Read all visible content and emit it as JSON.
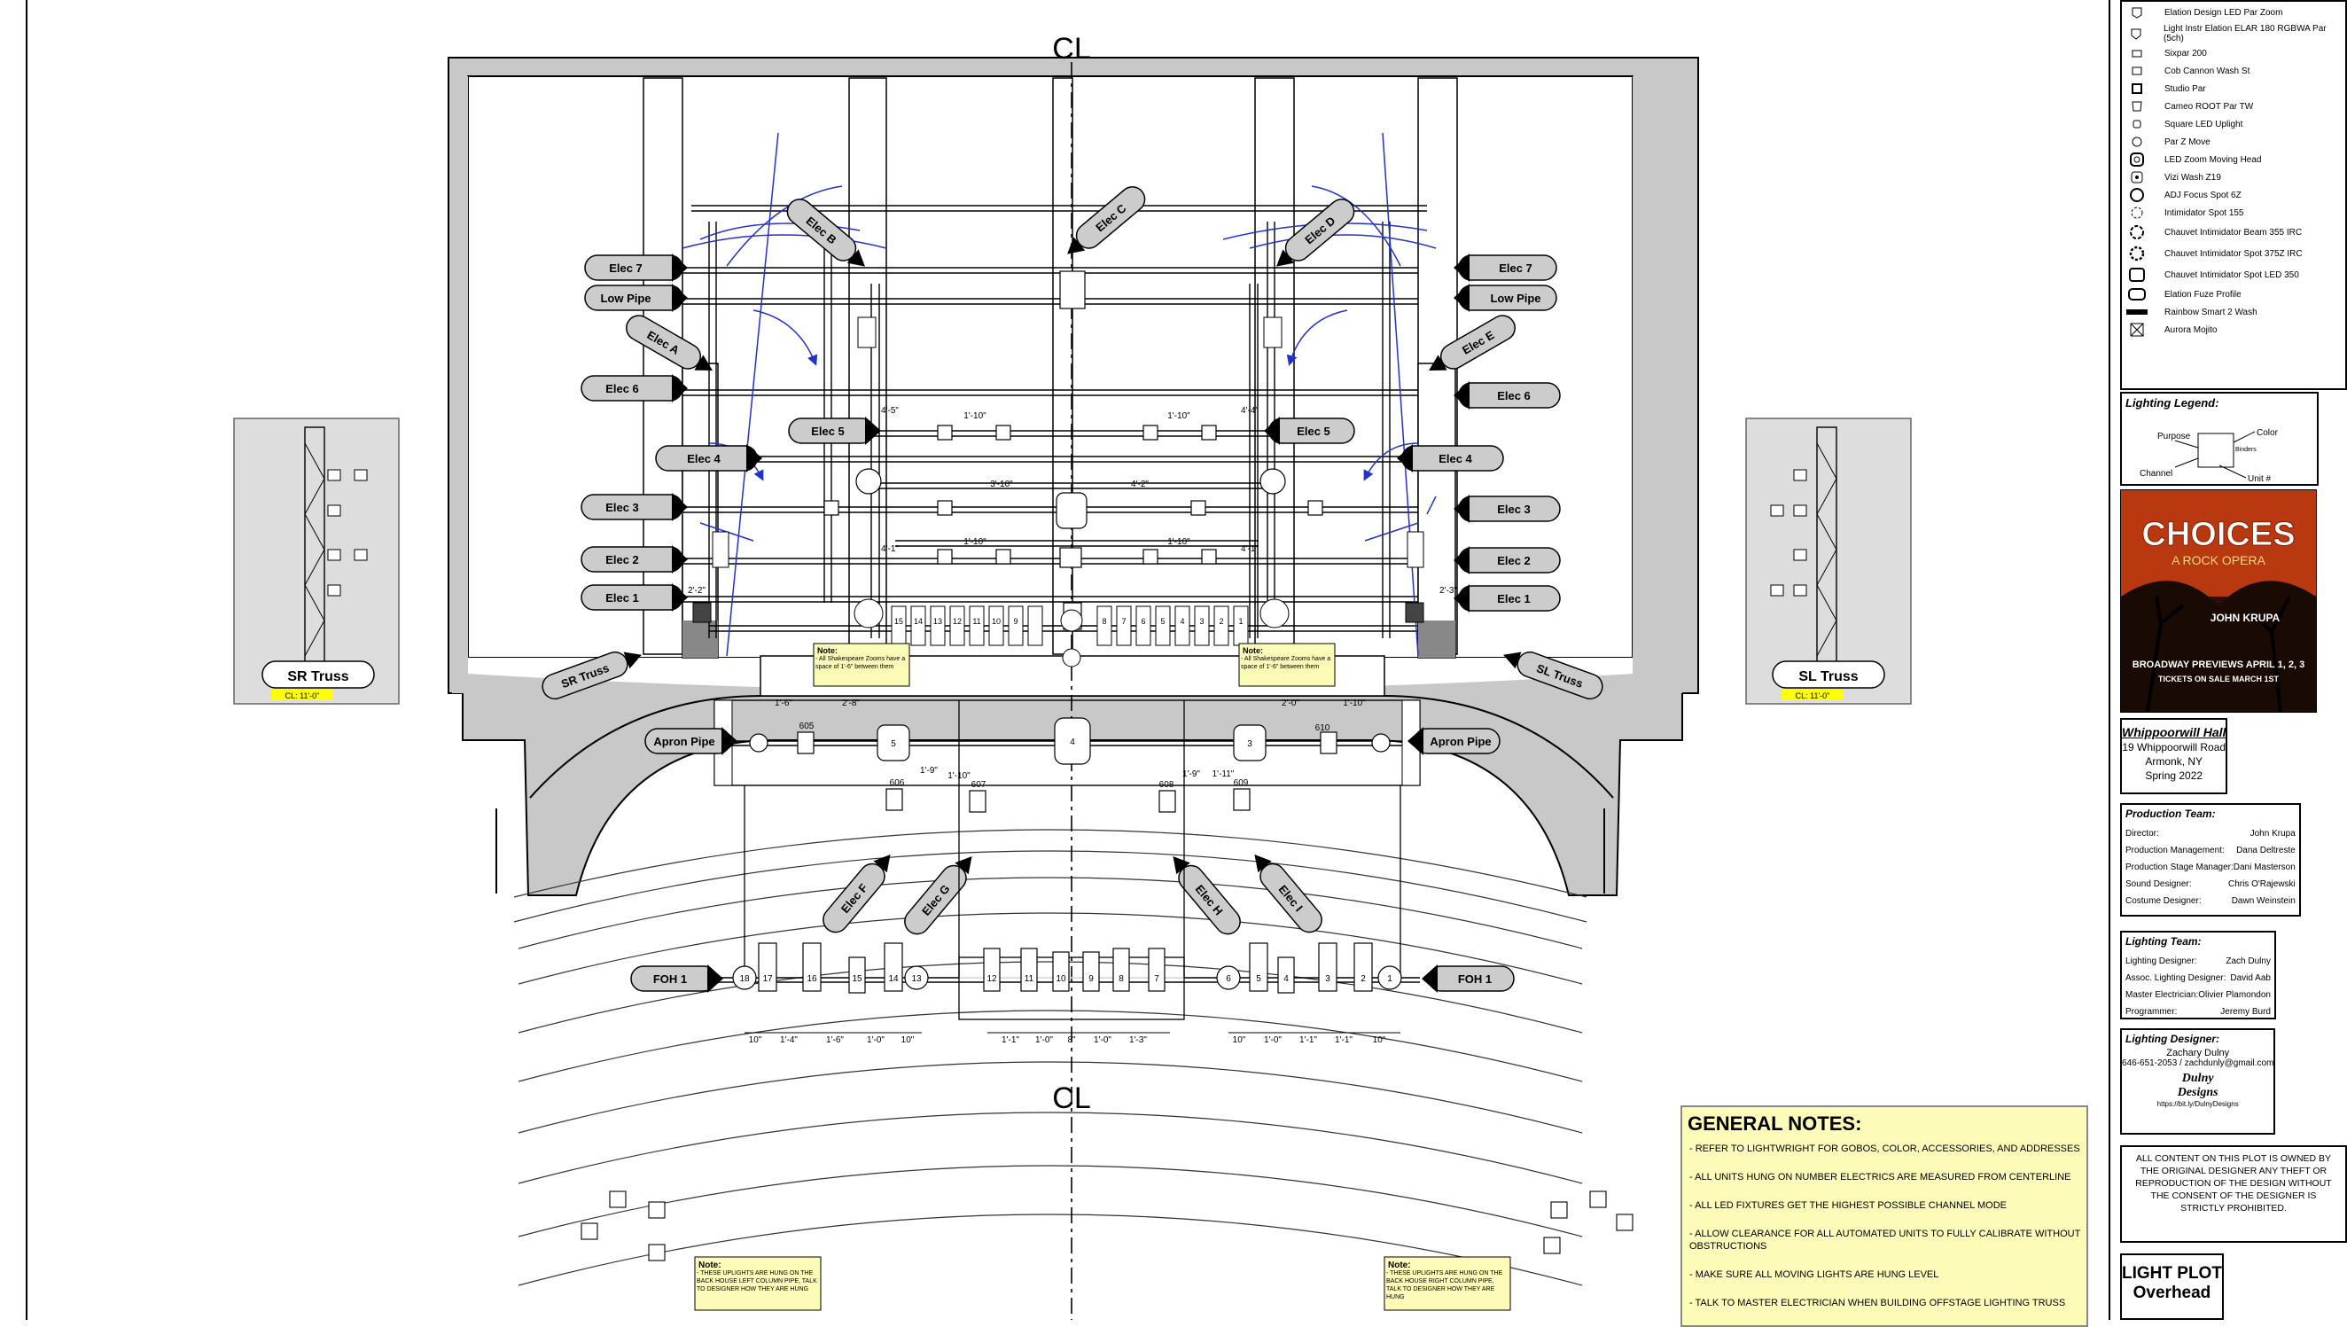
{
  "centerline": "CL",
  "trusses": {
    "sr": "SR Truss",
    "sl": "SL Truss",
    "cl_label": "CL: 11'-0\""
  },
  "pipes_sr": [
    {
      "id": "elec7l",
      "label": "Elec 7"
    },
    {
      "id": "lowl",
      "label": "Low Pipe"
    },
    {
      "id": "elec6l",
      "label": "Elec 6"
    },
    {
      "id": "elec4l",
      "label": "Elec 4"
    },
    {
      "id": "elec3l",
      "label": "Elec 3"
    },
    {
      "id": "elec2l",
      "label": "Elec 2"
    },
    {
      "id": "elec1l",
      "label": "Elec 1"
    }
  ],
  "pipes_sl": [
    {
      "id": "elec7r",
      "label": "Elec 7"
    },
    {
      "id": "lowr",
      "label": "Low Pipe"
    },
    {
      "id": "elec6r",
      "label": "Elec 6"
    },
    {
      "id": "elec4r",
      "label": "Elec 4"
    },
    {
      "id": "elec3r",
      "label": "Elec 3"
    },
    {
      "id": "elec2r",
      "label": "Elec 2"
    },
    {
      "id": "elec1r",
      "label": "Elec 1"
    }
  ],
  "pipes_other": {
    "elec5l": "Elec 5",
    "elec5r": "Elec 5",
    "apronl": "Apron Pipe",
    "apronr": "Apron Pipe",
    "foh1l": "FOH 1",
    "foh1r": "FOH 1",
    "srtruss": "SR Truss",
    "sltruss": "SL Truss",
    "eleca": "Elec A",
    "elecb": "Elec B",
    "elecc": "Elec C",
    "elecd": "Elec D",
    "elece": "Elec E",
    "elecf": "Elec F",
    "elecg": "Elec G",
    "elech": "Elec H",
    "eleci": "Elec I"
  },
  "stage_notes": {
    "title": "Note:",
    "zooms": "- All Shakespeare Zooms have a space of 1'-6\" between them",
    "uplight_left": "- THESE UPLIGHTS ARE HUNG ON THE BACK HOUSE LEFT COLUMN PIPE, TALK TO DESIGNER HOW THEY ARE HUNG",
    "uplight_right": "- THESE UPLIGHTS ARE HUNG ON THE BACK HOUSE RIGHT COLUMN PIPE, TALK TO DESIGNER HOW THEY ARE HUNG"
  },
  "dims": {
    "elec5": [
      "4'-5\"",
      "1'-10\"",
      "1'-10\"",
      "4'-4\""
    ],
    "elec4": [
      "3'-10\"",
      "4'-2\""
    ],
    "elec3": [
      "4'-1\"",
      "1'-10\"",
      "1'-10\"",
      "4'-1\""
    ],
    "elec1": [
      "2'-2\"",
      "2'-3\""
    ],
    "apron": [
      "1'-6\"",
      "2'-8\"",
      "2'-0\"",
      "1'-10\"",
      "1'-10\"",
      "1'-9\"",
      "1'-9\"",
      "1'-11\""
    ],
    "foh_left": [
      "10\"",
      "1'-4\"",
      "1'-6\"",
      "1'-0\"",
      "10\""
    ],
    "foh_center": [
      "1'-1\"",
      "1'-0\"",
      "8\"",
      "1'-0\"",
      "1'-3\""
    ],
    "foh_right": [
      "10\"",
      "1'-0\"",
      "1'-1\"",
      "1'-1\"",
      "10\""
    ]
  },
  "channels": {
    "elec1": [
      "15",
      "14",
      "13",
      "12",
      "11",
      "10",
      "9",
      "8",
      "7",
      "6",
      "5",
      "4",
      "3",
      "2",
      "1"
    ],
    "foh_left": [
      "18",
      "17",
      "16",
      "15",
      "14",
      "13"
    ],
    "foh_center": [
      "12",
      "11",
      "10",
      "9",
      "8",
      "7"
    ],
    "foh_right": [
      "6",
      "5",
      "4",
      "3",
      "2",
      "1"
    ],
    "apron": [
      "605",
      "5",
      "4",
      "3",
      "610"
    ],
    "house": [
      "606",
      "607",
      "608",
      "609"
    ]
  },
  "legend": [
    {
      "icon": "par-zoom-icon",
      "label": "Elation Design LED Par Zoom"
    },
    {
      "icon": "elar-par-icon",
      "label": "Light Instr Elation ELAR 180 RGBWA Par (5ch)"
    },
    {
      "icon": "sixpar-icon",
      "label": "Sixpar 200"
    },
    {
      "icon": "cob-icon",
      "label": "Cob Cannon Wash St"
    },
    {
      "icon": "studio-par-icon",
      "label": "Studio Par"
    },
    {
      "icon": "root-par-icon",
      "label": "Cameo ROOT Par TW"
    },
    {
      "icon": "square-uplight-icon",
      "label": "Square LED Uplight"
    },
    {
      "icon": "par-move-icon",
      "label": "Par Z Move"
    },
    {
      "icon": "zoom-head-icon",
      "label": "LED Zoom Moving Head"
    },
    {
      "icon": "vizi-icon",
      "label": "Vizi Wash Z19"
    },
    {
      "icon": "focus-spot-icon",
      "label": "ADJ Focus Spot 6Z"
    },
    {
      "icon": "spot155-icon",
      "label": "Intimidator Spot 155"
    },
    {
      "icon": "beam355-icon",
      "label": "Chauvet Intimidator Beam 355 IRC"
    },
    {
      "icon": "spot375-icon",
      "label": "Chauvet Intimidator Spot 375Z IRC"
    },
    {
      "icon": "spot350-icon",
      "label": "Chauvet Intimidator Spot LED 350"
    },
    {
      "icon": "fuze-profile-icon",
      "label": "Elation Fuze Profile"
    },
    {
      "icon": "rainbow-strip-icon",
      "label": "Rainbow Smart 2 Wash"
    },
    {
      "icon": "mojito-icon",
      "label": "Aurora Mojito"
    }
  ],
  "lighting_legend": {
    "title": "Lighting Legend:",
    "purpose": "Purpose",
    "color": "Color",
    "channel": "Channel",
    "unit": "Unit #",
    "binders": "Binders"
  },
  "poster": {
    "title": "CHOICES",
    "subtitle": "A ROCK OPERA",
    "author": "JOHN KRUPA",
    "previews": "BROADWAY PREVIEWS APRIL 1, 2, 3",
    "sale": "TICKETS ON SALE MARCH 1ST"
  },
  "venue": {
    "name": "Whippoorwill Hall",
    "address": "19 Whippoorwill Road",
    "city": "Armonk, NY",
    "season": "Spring 2022"
  },
  "production_team": {
    "title": "Production Team:",
    "rows": [
      {
        "role": "Director:",
        "name": "John Krupa"
      },
      {
        "role": "Production Management:",
        "name": "Dana Deltreste"
      },
      {
        "role": "Production Stage Manager:",
        "name": "Dani Masterson"
      },
      {
        "role": "Sound Designer:",
        "name": "Chris O'Rajewski"
      },
      {
        "role": "Costume Designer:",
        "name": "Dawn Weinstein"
      }
    ]
  },
  "lighting_team": {
    "title": "Lighting Team:",
    "rows": [
      {
        "role": "Lighting Designer:",
        "name": "Zach Dulny"
      },
      {
        "role": "Assoc. Lighting Designer:",
        "name": "David Aab"
      },
      {
        "role": "Master Electrician:",
        "name": "Olivier Plamondon"
      },
      {
        "role": "Programmer:",
        "name": "Jeremy Burd"
      }
    ]
  },
  "designer": {
    "title": "Lighting Designer:",
    "name": "Zachary Dulny",
    "contact": "646-651-2053 / zachdunly@gmail.com",
    "logo1": "Dulny",
    "logo2": "Designs",
    "link": "https://bit.ly/DulnyDesigns"
  },
  "copyright": "ALL CONTENT ON THIS PLOT IS OWNED BY THE ORIGINAL DESIGNER ANY THEFT OR REPRODUCTION OF THE DESIGN WITHOUT THE CONSENT OF THE DESIGNER IS STRICTLY PROHIBITED.",
  "sheet": {
    "line1": "LIGHT PLOT",
    "line2": "Overhead"
  },
  "general_notes": {
    "title": "GENERAL NOTES:",
    "items": [
      "- REFER TO LIGHTWRIGHT FOR GOBOS, COLOR, ACCESSORIES, AND ADDRESSES",
      "- ALL UNITS HUNG ON NUMBER ELECTRICS ARE MEASURED FROM CENTERLINE",
      "- ALL LED FIXTURES GET THE HIGHEST POSSIBLE CHANNEL MODE",
      "- ALLOW CLEARANCE FOR ALL AUTOMATED UNITS TO FULLY CALIBRATE WITHOUT OBSTRUCTIONS",
      "- MAKE SURE ALL MOVING LIGHTS ARE HUNG LEVEL",
      "- TALK TO MASTER ELECTRICIAN WHEN BUILDING OFFSTAGE LIGHTING TRUSS"
    ]
  }
}
